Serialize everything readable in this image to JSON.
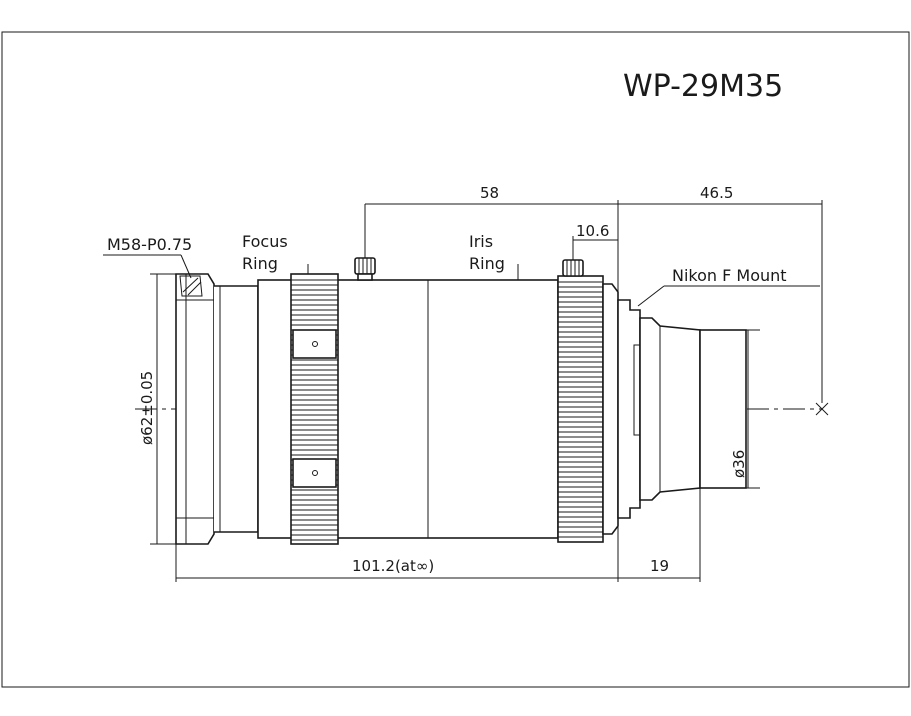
{
  "drawing": {
    "model": "WP-29M35",
    "labels": {
      "thread": "M58-P0.75",
      "focus_ring_line1": "Focus",
      "focus_ring_line2": "Ring",
      "iris_ring_line1": "Iris",
      "iris_ring_line2": "Ring",
      "mount": "Nikon F Mount"
    },
    "dimensions": {
      "flange_to_mount": "58",
      "back_focus": "46.5",
      "iris_ring_width": "10.6",
      "front_diameter": "ø62±0.05",
      "mount_diameter": "ø36",
      "total_length": "101.2(at∞)",
      "mount_length": "19"
    },
    "colors": {
      "line": "#1a1a1a",
      "background": "#ffffff"
    }
  }
}
